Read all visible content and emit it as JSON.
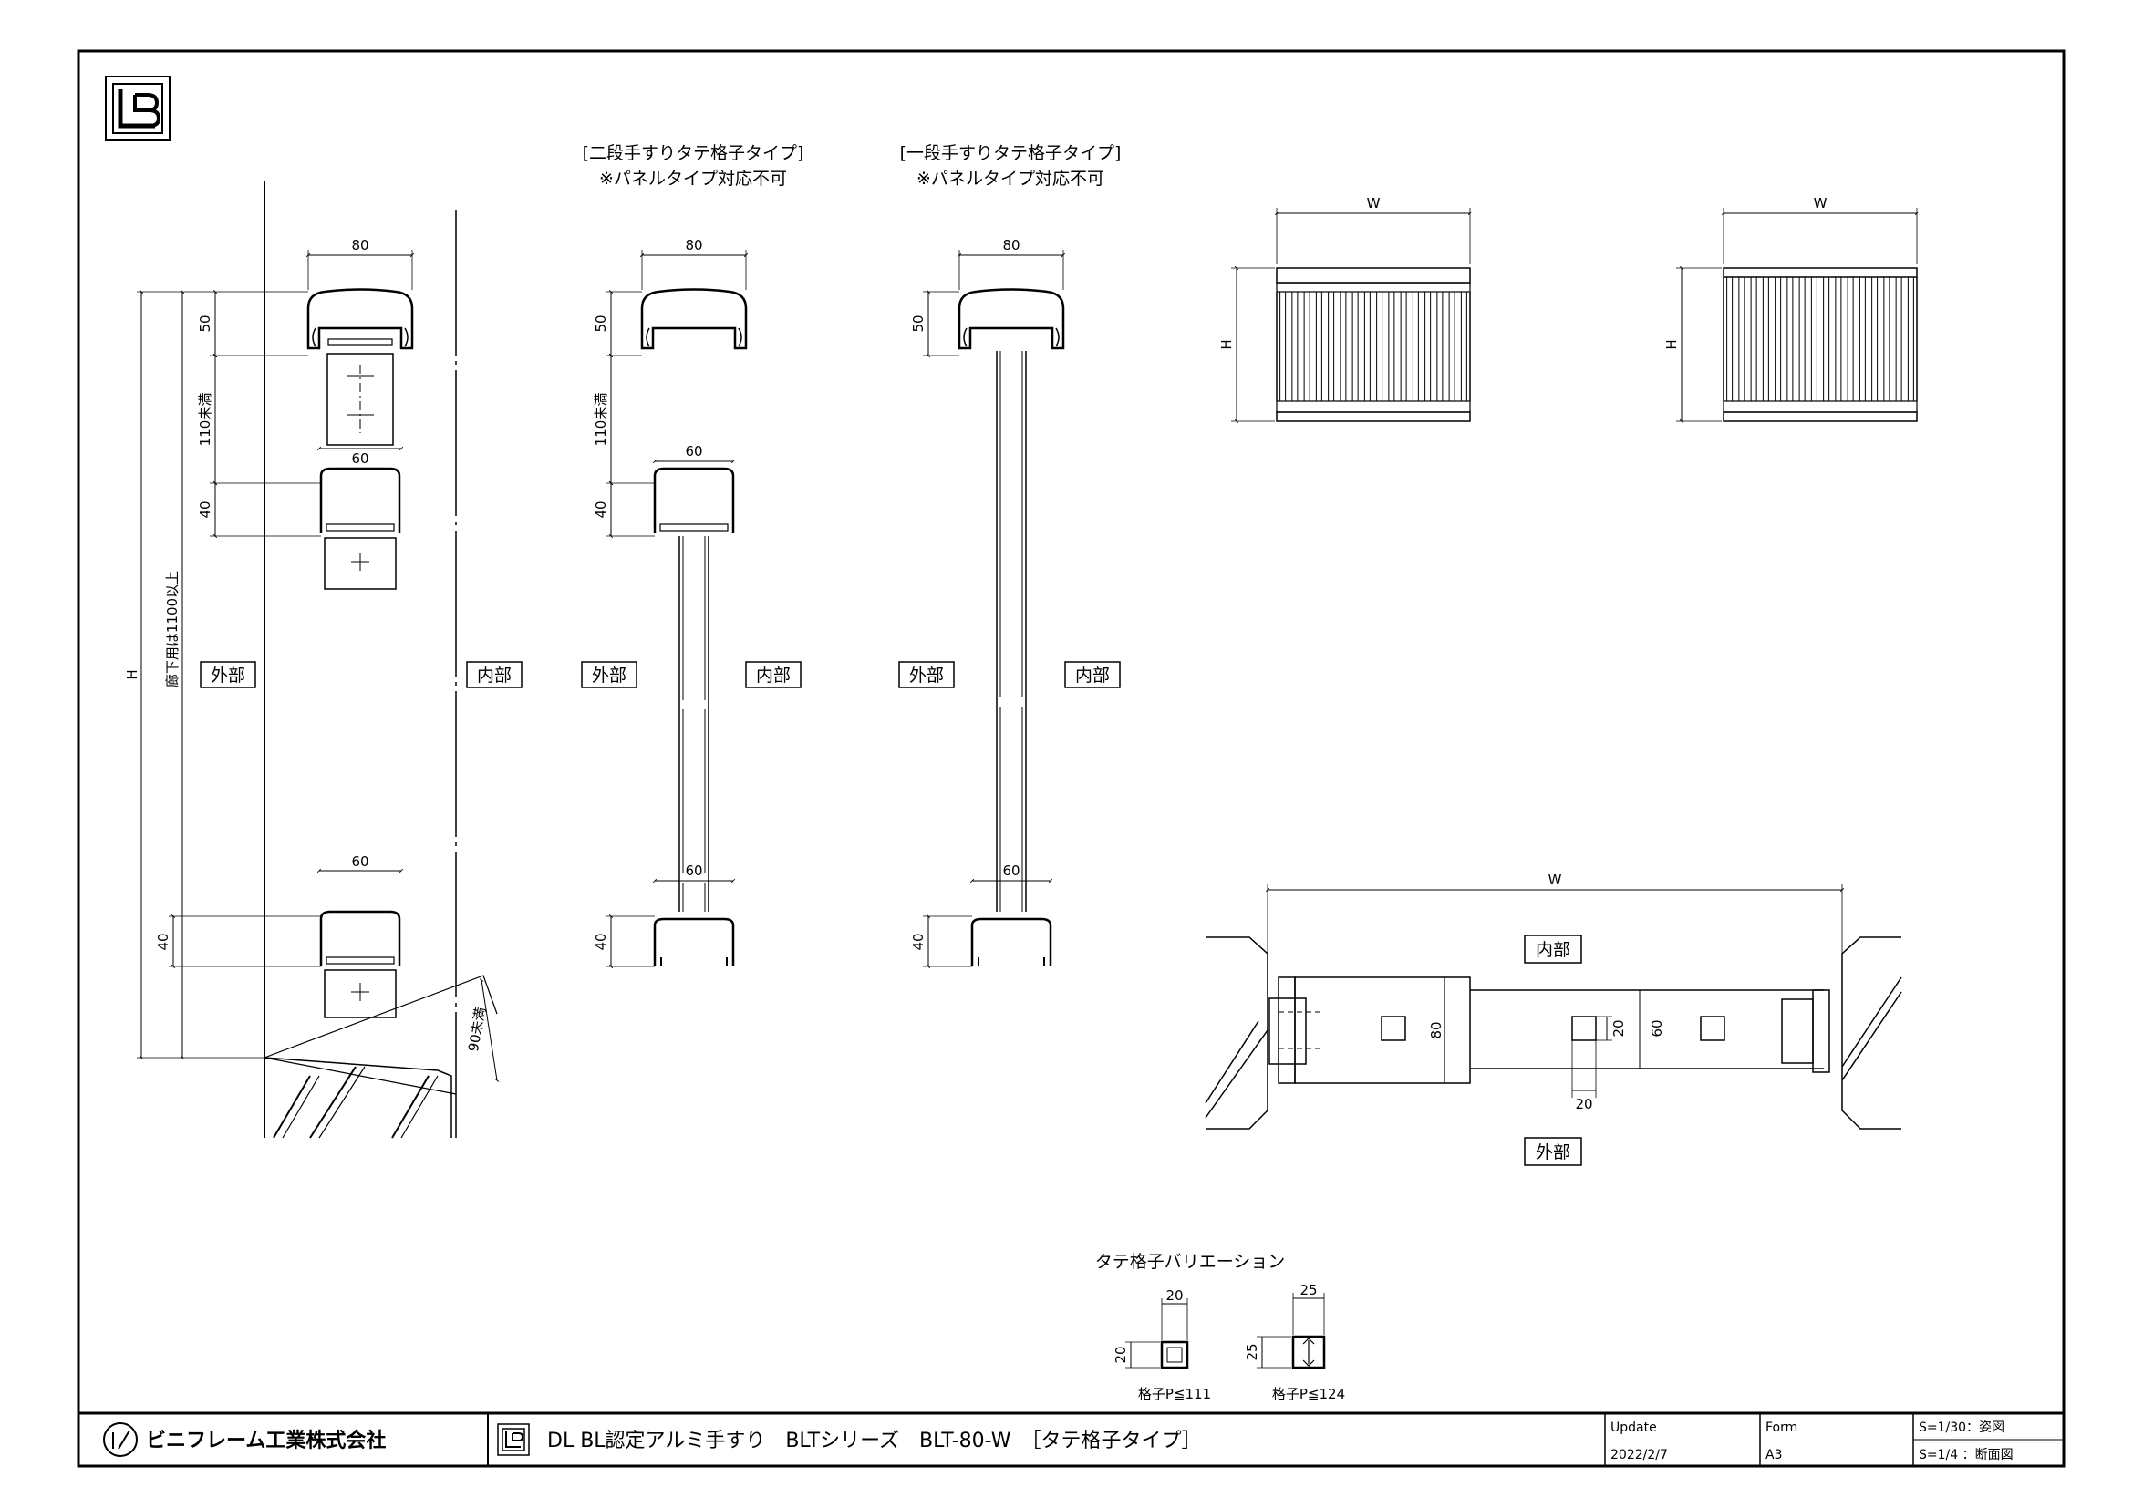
{
  "views": {
    "two_rail": {
      "title": "[二段手すりタテ格子タイプ]",
      "note": "※パネルタイプ対応不可"
    },
    "one_rail": {
      "title": "[一段手すりタテ格子タイプ]",
      "note": "※パネルタイプ対応不可"
    }
  },
  "labels": {
    "outside": "外部",
    "inside": "内部"
  },
  "dims": {
    "w80": "80",
    "w60": "60",
    "h50": "50",
    "h40": "40",
    "h80": "80",
    "gap110": "110未満",
    "gap90": "90未満",
    "total": "廊下用は1100以上",
    "H": "H",
    "W": "W",
    "sq20": "20",
    "sq25": "25",
    "pitch60": "60"
  },
  "variation": {
    "title": "タテ格子バリエーション",
    "a_pitch": "格子P≦111",
    "b_pitch": "格子P≦124"
  },
  "title_block": {
    "company": "ビニフレーム工業株式会社",
    "drawing_title": "DL BL認定アルミ手すり　BLTシリーズ　BLT-80-W　［タテ格子タイプ］",
    "update_label": "Update",
    "update_value": "2022/2/7",
    "form_label": "Form",
    "form_value": "A3",
    "scale1": "S=1/30：姿図",
    "scale2": "S=1/4 ：断面図"
  }
}
